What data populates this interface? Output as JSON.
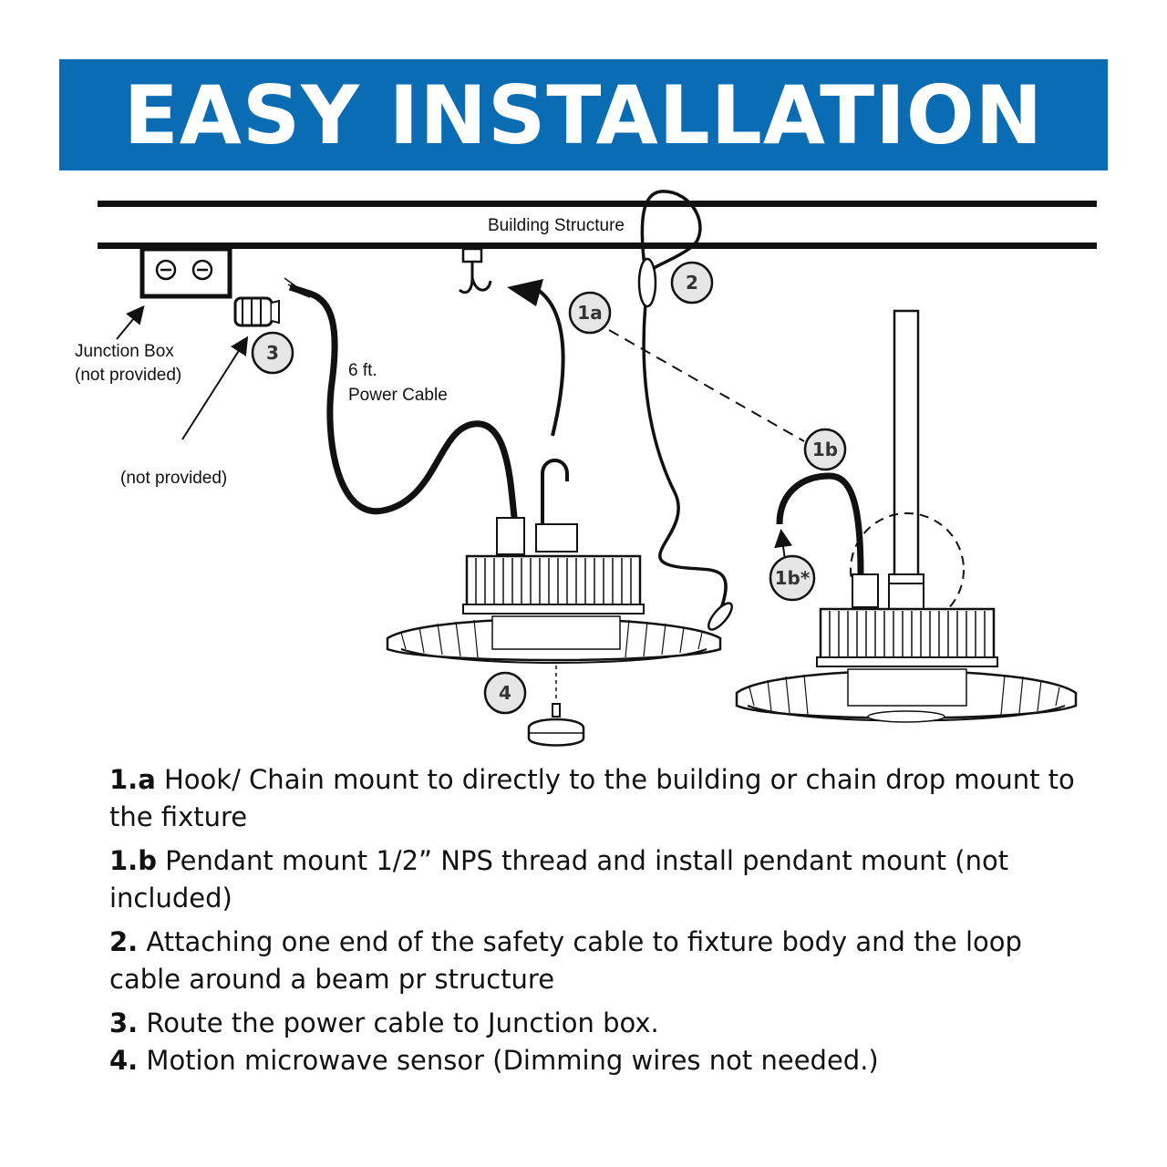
{
  "banner": {
    "title": "EASY INSTALLATION"
  },
  "colors": {
    "banner": "#0a6cb3",
    "badge_fill": "#e6e6e6",
    "line": "#111111"
  },
  "diagram": {
    "building_structure": "Building Structure",
    "junction_box": {
      "line1": "Junction Box",
      "line2": "(not provided)"
    },
    "gland_note": "(not provided)",
    "power_cable": {
      "line1": "6 ft.",
      "line2": "Power Cable"
    },
    "badges": {
      "b1a": "1a",
      "b1b": "1b",
      "b1b_star": "1b*",
      "b2": "2",
      "b3": "3",
      "b4": "4"
    }
  },
  "steps": [
    {
      "num": "1.a",
      "text": " Hook/ Chain mount to directly to the building or chain drop mount to the fixture"
    },
    {
      "num": "1.b",
      "text": " Pendant mount 1/2” NPS thread and install pendant mount (not included)"
    },
    {
      "num": "2.",
      "text": " Attaching one end of the safety cable to fixture body and the loop cable around a beam pr structure"
    },
    {
      "num": "3.",
      "text": " Route the power cable to Junction box."
    },
    {
      "num": "4.",
      "text": " Motion microwave sensor (Dimming wires not needed.)"
    }
  ]
}
